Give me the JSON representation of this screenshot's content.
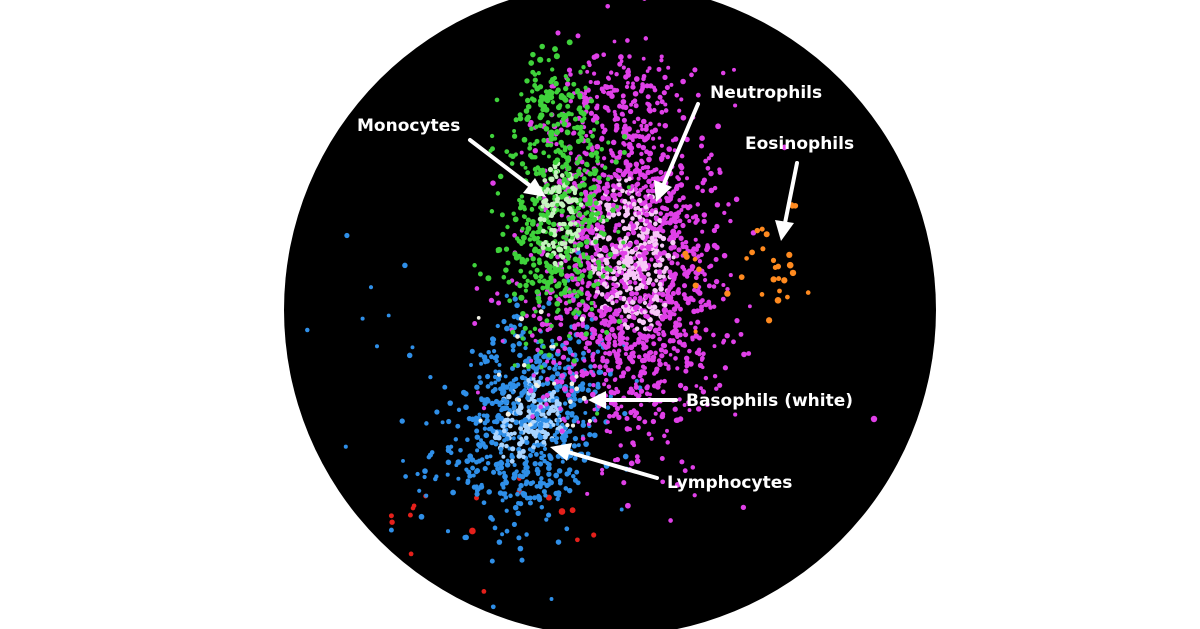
{
  "chart_data": {
    "type": "scatter",
    "title": "",
    "xlabel": "",
    "ylabel": "",
    "grid": false,
    "legend": "none",
    "background": "#000000",
    "series": [
      {
        "key": "neutrophils",
        "name": "Neutrophils",
        "color": "#e040e8",
        "highlight": "#f7c8f7"
      },
      {
        "key": "monocytes",
        "name": "Monocytes",
        "color": "#3fd23b",
        "highlight": "#c6f3bf"
      },
      {
        "key": "eosinophils",
        "name": "Eosinophils",
        "color": "#ff8a1f",
        "highlight": "#ffc58c"
      },
      {
        "key": "basophils",
        "name": "Basophils (white)",
        "color": "#f2f2e6",
        "highlight": "#ffffff"
      },
      {
        "key": "lymphocytes",
        "name": "Lymphocytes",
        "color": "#2f8fe8",
        "highlight": "#a9d4ff"
      },
      {
        "key": "debris",
        "name": "",
        "color": "#e5201b",
        "highlight": "#ff6a66"
      }
    ],
    "annotations": {
      "monocytes": "Monocytes",
      "neutrophils": "Neutrophils",
      "eosinophils": "Eosinophils",
      "basophils": "Basophils (white)",
      "lymphocytes": "Lymphocytes"
    }
  }
}
